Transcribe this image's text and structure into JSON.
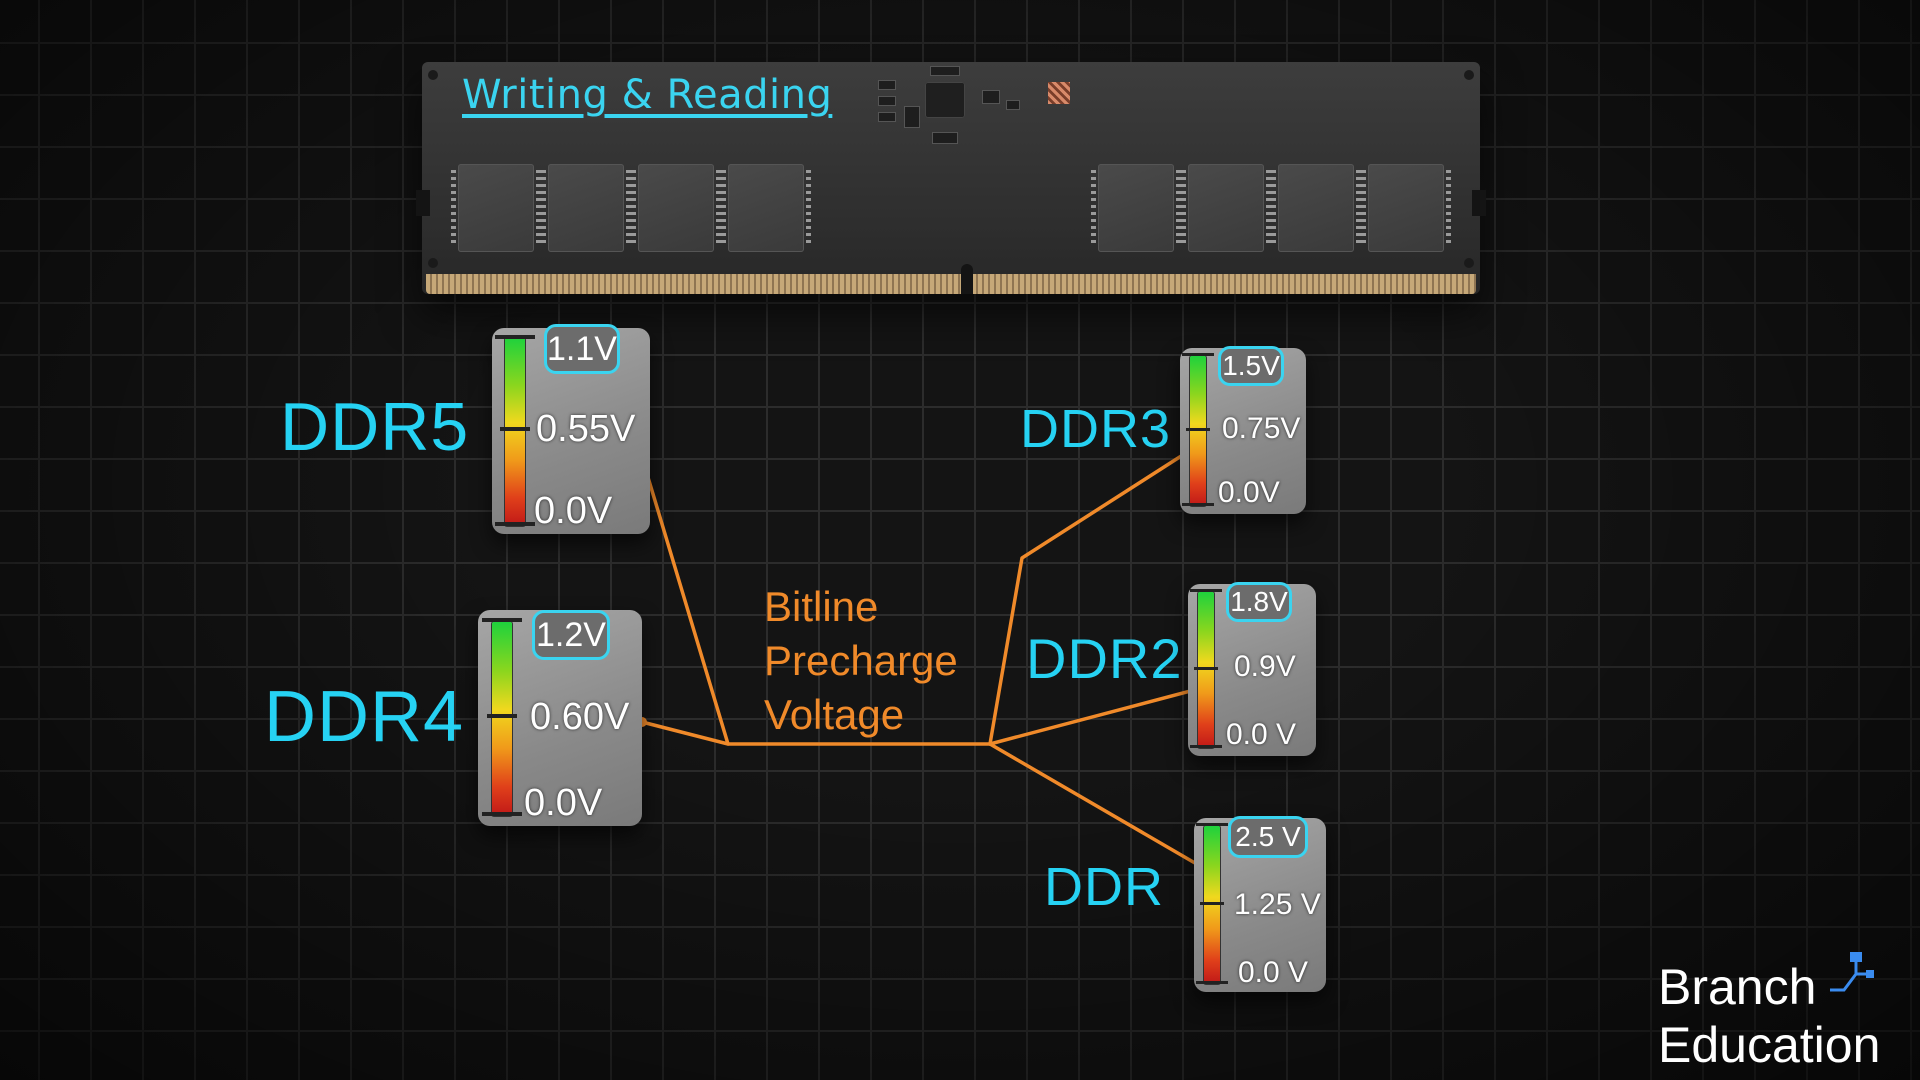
{
  "module": {
    "title": "Writing & Reading"
  },
  "center_label": [
    "Bitline",
    "Precharge",
    "Voltage"
  ],
  "gauges": [
    {
      "name": "DDR5",
      "top": "1.1V",
      "mid": "0.55V",
      "bottom": "0.0V"
    },
    {
      "name": "DDR4",
      "top": "1.2V",
      "mid": "0.60V",
      "bottom": "0.0V"
    },
    {
      "name": "DDR3",
      "top": "1.5V",
      "mid": "0.75V",
      "bottom": "0.0V"
    },
    {
      "name": "DDR2",
      "top": "1.8V",
      "mid": "0.9V",
      "bottom": "0.0 V"
    },
    {
      "name": "DDR",
      "top": "2.5 V",
      "mid": "1.25 V",
      "bottom": "0.0 V"
    }
  ],
  "logo": {
    "line1": "Branch",
    "line2": "Education"
  },
  "colors": {
    "label_cyan": "#26d2f3",
    "wire_orange": "#f08a2a",
    "background": "#141414"
  }
}
